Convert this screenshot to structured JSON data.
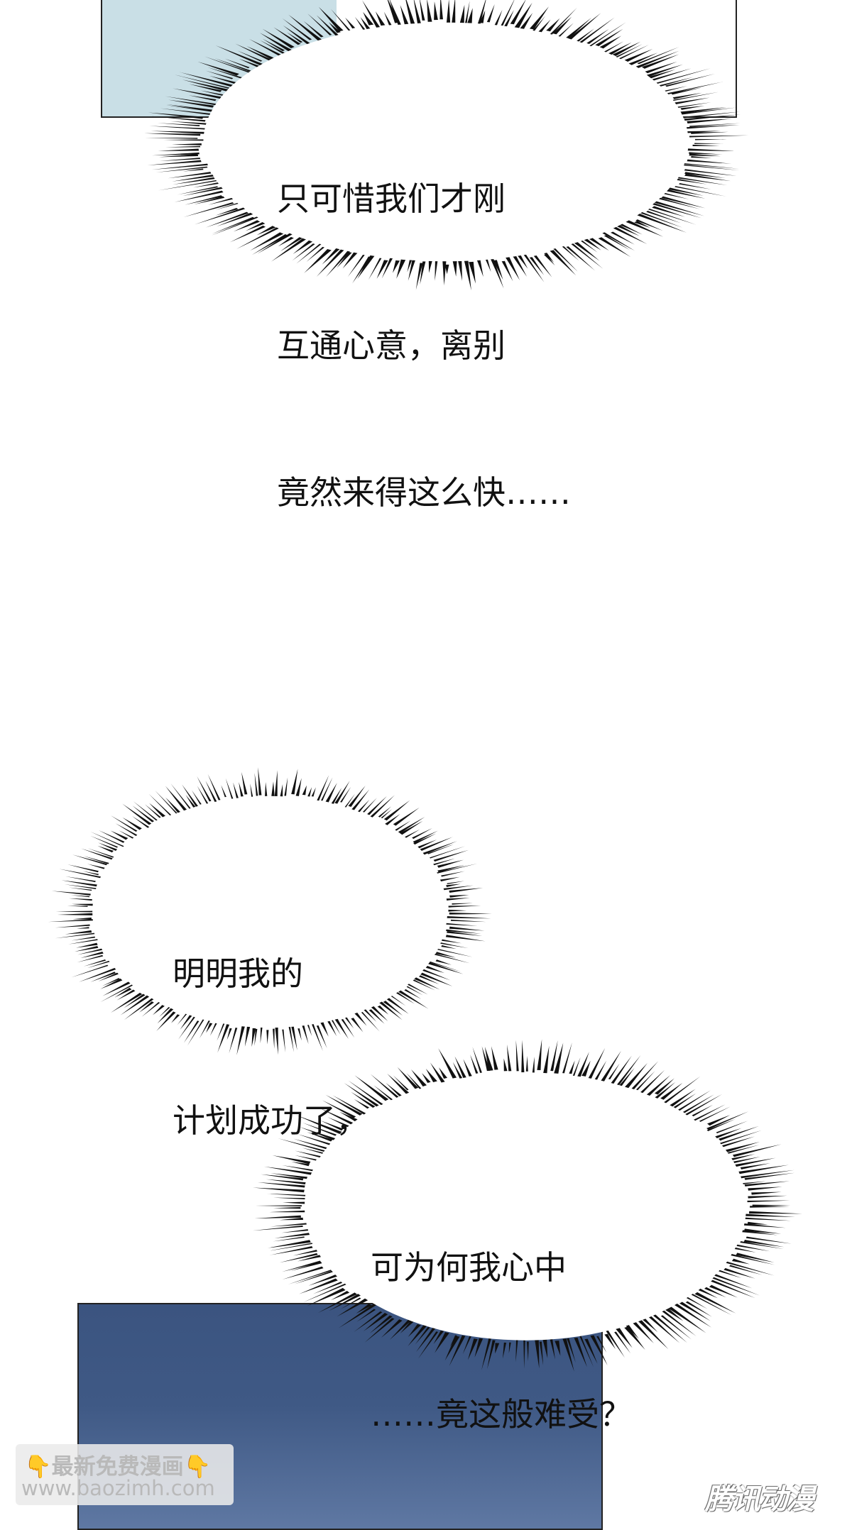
{
  "bubbles": [
    {
      "lines": [
        "只可惜我们才刚",
        "互通心意，离别",
        "竟然来得这么快……"
      ]
    },
    {
      "lines": [
        "明明我的",
        "计划成功了，"
      ]
    },
    {
      "lines": [
        "可为何我心中",
        "……竟这般难受？"
      ]
    }
  ],
  "watermarks": {
    "left_line1": "👇最新免费漫画👇",
    "left_line2": "www.baozimh.com",
    "right_logo": "腾讯动漫"
  },
  "colors": {
    "sky": "#c9dfe6",
    "night": "#3f5985",
    "ink": "#111111"
  }
}
